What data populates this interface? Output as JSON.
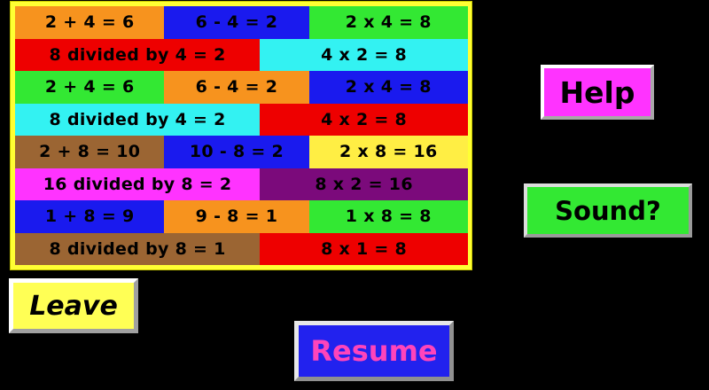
{
  "background_color": "#000000",
  "fact_table": {
    "frame_color": "#ffff33",
    "rows": [
      {
        "layout": "three",
        "cells": [
          {
            "text": "2 + 4 = 6",
            "bg": "#f7931e"
          },
          {
            "text": "6 - 4 = 2",
            "bg": "#1a1aee"
          },
          {
            "text": "2 x 4 = 8",
            "bg": "#33e833"
          }
        ]
      },
      {
        "layout": "two",
        "cells": [
          {
            "text": "8 divided by 4 = 2",
            "bg": "#ee0000"
          },
          {
            "text": "4 x 2 = 8",
            "bg": "#33f2f2"
          }
        ]
      },
      {
        "layout": "three",
        "cells": [
          {
            "text": "2 + 4 = 6",
            "bg": "#33e833"
          },
          {
            "text": "6 - 4 = 2",
            "bg": "#f7931e"
          },
          {
            "text": "2 x 4 = 8",
            "bg": "#1a1aee"
          }
        ]
      },
      {
        "layout": "two",
        "cells": [
          {
            "text": "8 divided by 4 = 2",
            "bg": "#33f2f2"
          },
          {
            "text": "4 x 2 = 8",
            "bg": "#ee0000"
          }
        ]
      },
      {
        "layout": "three",
        "cells": [
          {
            "text": "2 + 8 = 10",
            "bg": "#9b6533"
          },
          {
            "text": "10 - 8 = 2",
            "bg": "#1a1aee"
          },
          {
            "text": "2 x 8 = 16",
            "bg": "#ffee44"
          }
        ]
      },
      {
        "layout": "two",
        "cells": [
          {
            "text": "16 divided by 8 = 2",
            "bg": "#ff33ff"
          },
          {
            "text": "8 x 2 = 16",
            "bg": "#7b0a7b"
          }
        ]
      },
      {
        "layout": "three",
        "cells": [
          {
            "text": "1 + 8 = 9",
            "bg": "#1a1aee"
          },
          {
            "text": "9 - 8 = 1",
            "bg": "#f7931e"
          },
          {
            "text": "1 x 8 = 8",
            "bg": "#33e833"
          }
        ]
      },
      {
        "layout": "two",
        "cells": [
          {
            "text": "8 divided by 8 = 1",
            "bg": "#9b6533"
          },
          {
            "text": "8 x 1 = 8",
            "bg": "#ee0000"
          }
        ]
      }
    ]
  },
  "buttons": {
    "help": {
      "label": "Help",
      "bg": "#ff33ff",
      "text_color": "#000000"
    },
    "sound": {
      "label": "Sound?",
      "bg": "#33e833",
      "text_color": "#000000"
    },
    "leave": {
      "label": "Leave",
      "bg": "#ffff55",
      "text_color": "#000000"
    },
    "resume": {
      "label": "Resume",
      "bg": "#2222ee",
      "text_color": "#ff44bb"
    }
  }
}
